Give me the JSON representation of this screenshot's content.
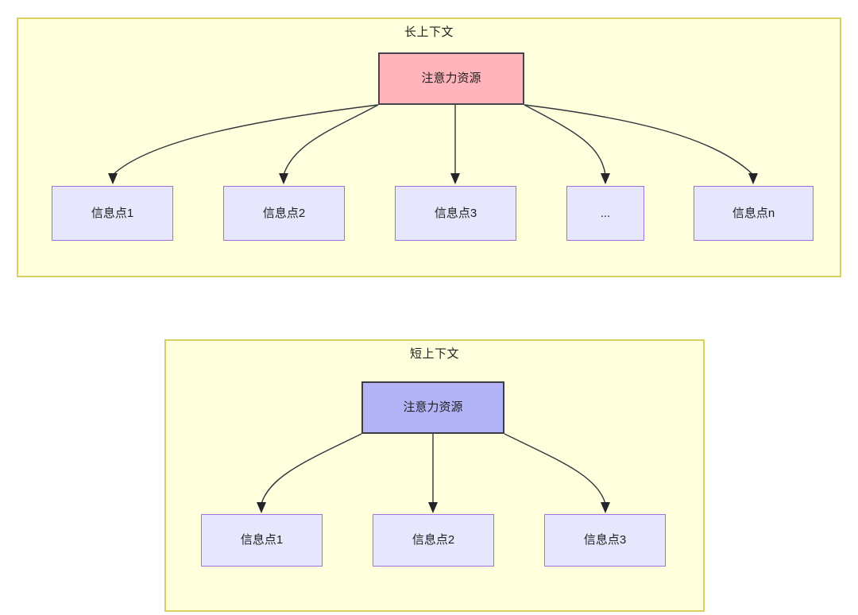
{
  "diagram": {
    "type": "node-tree-comparison",
    "panels": [
      {
        "id": "long-context",
        "title": "长上下文",
        "root": {
          "label": "注意力资源",
          "fill": "#ffb3ba",
          "border": "#44444a"
        },
        "leaves": [
          {
            "label": "信息点1"
          },
          {
            "label": "信息点2"
          },
          {
            "label": "信息点3"
          },
          {
            "label": "..."
          },
          {
            "label": "信息点n"
          }
        ],
        "leaf_fill": "#e6e6fc",
        "leaf_border": "#9f72d9",
        "panel_fill": "#ffffdd",
        "panel_border": "#d6d15e"
      },
      {
        "id": "short-context",
        "title": "短上下文",
        "root": {
          "label": "注意力资源",
          "fill": "#b3b3f7",
          "border": "#3c3c44"
        },
        "leaves": [
          {
            "label": "信息点1"
          },
          {
            "label": "信息点2"
          },
          {
            "label": "信息点3"
          }
        ],
        "leaf_fill": "#e6e6fc",
        "leaf_border": "#9f72d9",
        "panel_fill": "#ffffdd",
        "panel_border": "#d6d15e"
      }
    ],
    "edge_color": "#33333a",
    "arrow_color": "#23232a"
  }
}
